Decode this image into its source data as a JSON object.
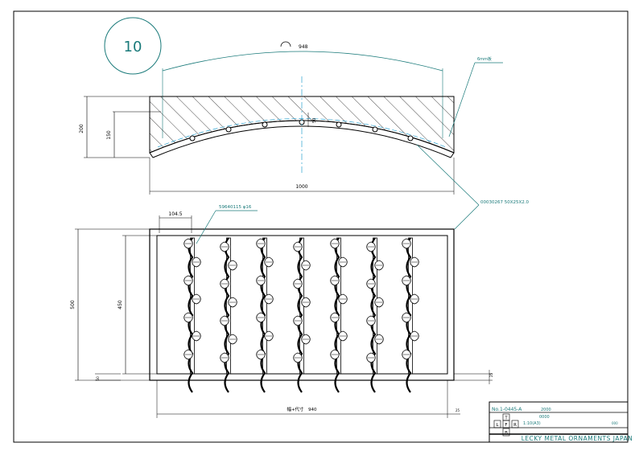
{
  "sheet_number": "10",
  "top_view": {
    "arc_length": "948",
    "plate_note": "6mm板",
    "height_total": "200",
    "height_inner": "150",
    "offset": "50",
    "width": "1000",
    "frame_spec": "00030267 50X25X2.0"
  },
  "front_view": {
    "bar_spacing": "104.5",
    "bar_spec": "59640115 φ16",
    "height_total": "500",
    "height_inner": "450",
    "bottom_dim": "50",
    "width_label": "幅+代寸　940",
    "side_dim": "25",
    "dim_small": "25"
  },
  "title_block": {
    "drawing_no": "No.1-0445-A",
    "date": "2000",
    "spec_no": "0000",
    "scale": "1:10(A3)",
    "check": "000",
    "code_l": "L",
    "code_f": "F",
    "code_r": "R",
    "code_t": "T",
    "code_b": "B",
    "company": "LECKY METAL ORNAMENTS JAPAN"
  },
  "colors": {
    "line": "#000000",
    "accent": "#1a7a7a",
    "center": "#2aa0d0"
  }
}
